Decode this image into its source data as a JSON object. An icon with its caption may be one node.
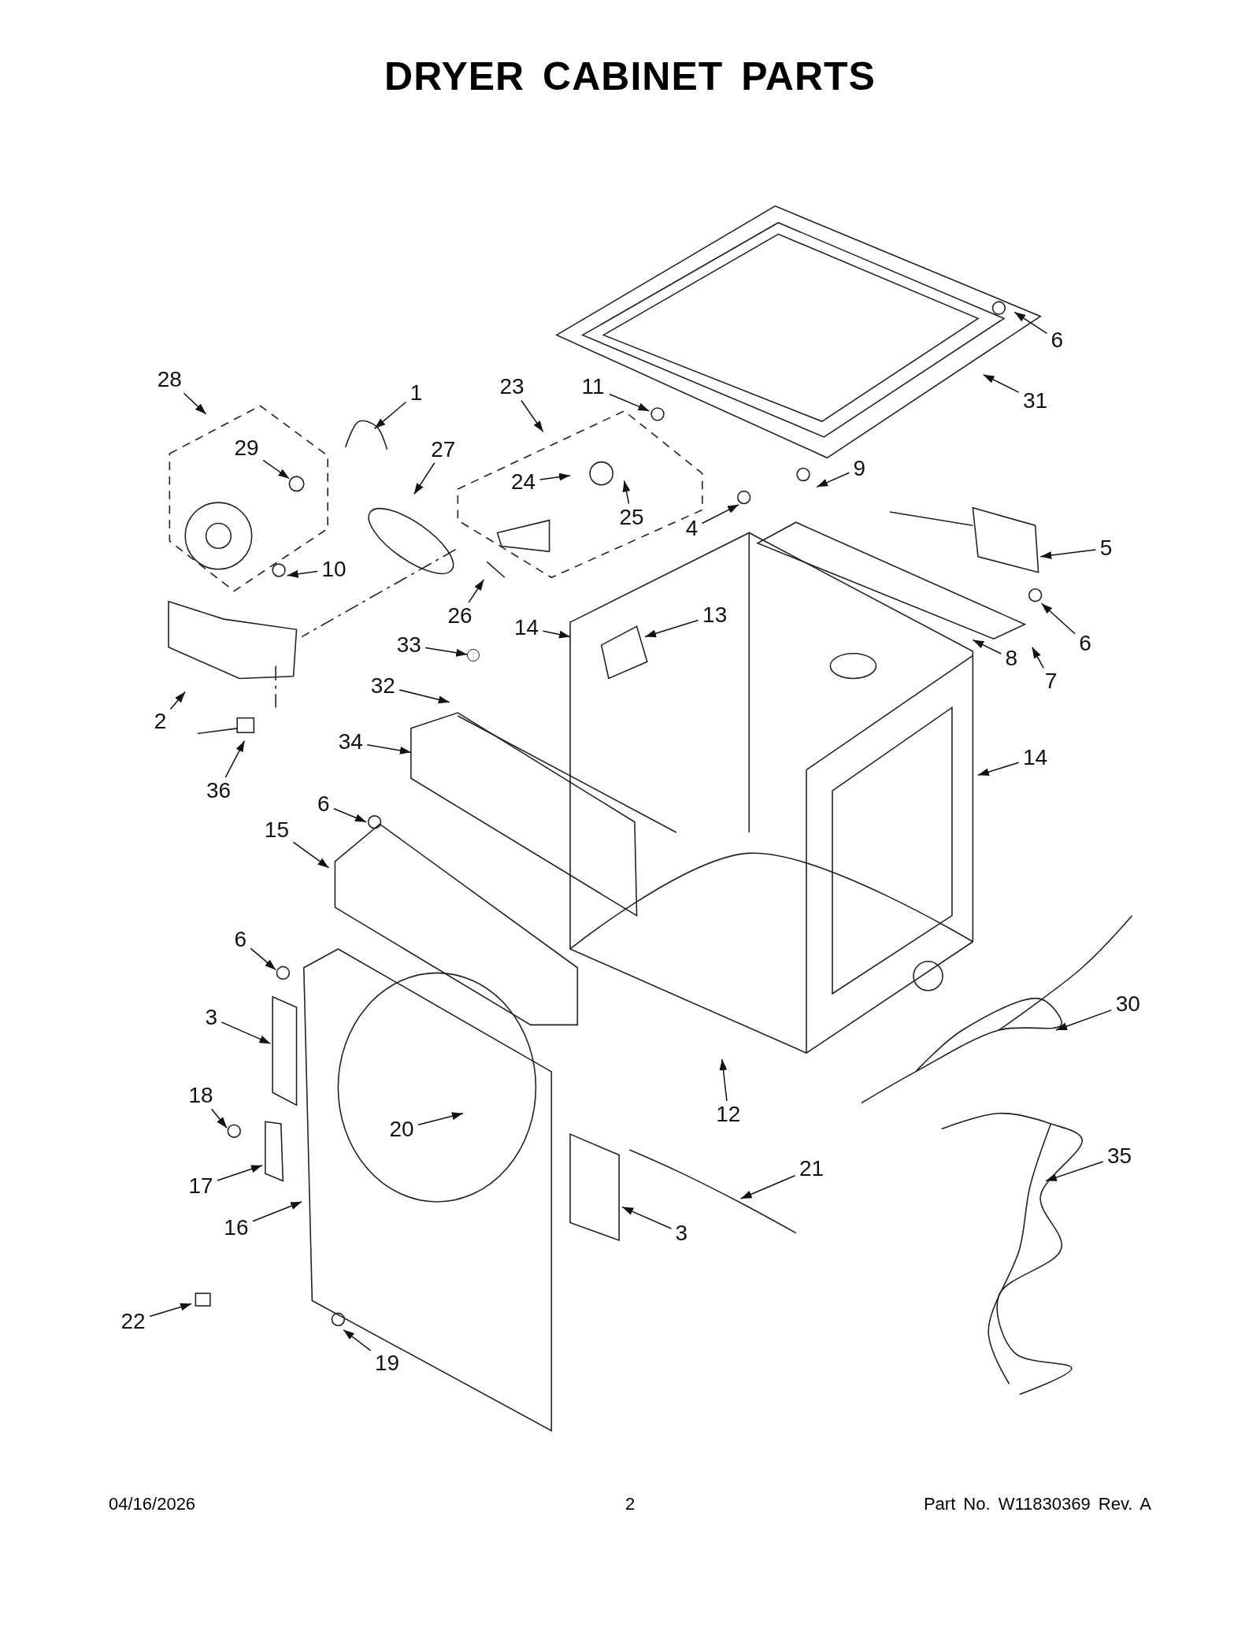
{
  "diagram": {
    "title": "DRYER CABINET PARTS",
    "nodes": [
      {
        "text": [
          "6"
        ]
      },
      {
        "text": [
          "31"
        ]
      },
      {
        "text": [
          "28"
        ]
      },
      {
        "text": [
          "1"
        ]
      },
      {
        "text": [
          "23"
        ]
      },
      {
        "text": [
          "11"
        ]
      },
      {
        "text": [
          "29"
        ]
      },
      {
        "text": [
          "27"
        ]
      },
      {
        "text": [
          "9"
        ]
      },
      {
        "text": [
          "24"
        ]
      },
      {
        "text": [
          "25"
        ]
      },
      {
        "text": [
          "4"
        ]
      },
      {
        "text": [
          "5"
        ]
      },
      {
        "text": [
          "10"
        ]
      },
      {
        "text": [
          "26"
        ]
      },
      {
        "text": [
          "13"
        ]
      },
      {
        "text": [
          "14"
        ]
      },
      {
        "text": [
          "33"
        ]
      },
      {
        "text": [
          "6"
        ]
      },
      {
        "text": [
          "8"
        ]
      },
      {
        "text": [
          "7"
        ]
      },
      {
        "text": [
          "2"
        ]
      },
      {
        "text": [
          "32"
        ]
      },
      {
        "text": [
          "34"
        ]
      },
      {
        "text": [
          "14"
        ]
      },
      {
        "text": [
          "36"
        ]
      },
      {
        "text": [
          "6"
        ]
      },
      {
        "text": [
          "15"
        ]
      },
      {
        "text": [
          "6"
        ]
      },
      {
        "text": [
          "3"
        ]
      },
      {
        "text": [
          "30"
        ]
      },
      {
        "text": [
          "12"
        ]
      },
      {
        "text": [
          "18"
        ]
      },
      {
        "text": [
          "20"
        ]
      },
      {
        "text": [
          "35"
        ]
      },
      {
        "text": [
          "17"
        ]
      },
      {
        "text": [
          "21"
        ]
      },
      {
        "text": [
          "16"
        ]
      },
      {
        "text": [
          "3"
        ]
      },
      {
        "text": [
          "22"
        ]
      },
      {
        "text": [
          "19"
        ]
      },
      {
        "text": [],
        "shape": "circle"
      }
    ],
    "edges": [
      {
        "from": 0,
        "to": null,
        "arrow": "to"
      },
      {
        "from": 1,
        "to": null,
        "arrow": "to"
      },
      {
        "from": 2,
        "to": null,
        "arrow": "to"
      },
      {
        "from": 3,
        "to": null,
        "arrow": "to"
      },
      {
        "from": 4,
        "to": null,
        "arrow": "to"
      },
      {
        "from": 5,
        "to": null,
        "arrow": "to"
      },
      {
        "from": 6,
        "to": null,
        "arrow": "to"
      },
      {
        "from": 7,
        "to": null,
        "arrow": "to"
      },
      {
        "from": 8,
        "to": null,
        "arrow": "to"
      },
      {
        "from": 9,
        "to": null,
        "arrow": "to"
      },
      {
        "from": 10,
        "to": null,
        "arrow": "to"
      },
      {
        "from": 11,
        "to": null,
        "arrow": "to"
      },
      {
        "from": 12,
        "to": null,
        "arrow": "to"
      },
      {
        "from": 13,
        "to": null,
        "arrow": "to"
      },
      {
        "from": 14,
        "to": null,
        "arrow": "to"
      },
      {
        "from": 15,
        "to": null,
        "arrow": "to"
      },
      {
        "from": 16,
        "to": null,
        "arrow": "to"
      },
      {
        "from": 17,
        "to": 41,
        "arrow": "to"
      },
      {
        "from": 18,
        "to": null,
        "arrow": "to"
      },
      {
        "from": 19,
        "to": null,
        "arrow": "to"
      },
      {
        "from": 20,
        "to": null,
        "arrow": "to"
      },
      {
        "from": 21,
        "to": null,
        "arrow": "to"
      },
      {
        "from": 22,
        "to": null,
        "arrow": "to"
      },
      {
        "from": 23,
        "to": null,
        "arrow": "to"
      },
      {
        "from": 24,
        "to": null,
        "arrow": "to"
      },
      {
        "from": 25,
        "to": null,
        "arrow": "to"
      },
      {
        "from": 26,
        "to": null,
        "arrow": "to"
      },
      {
        "from": 27,
        "to": null,
        "arrow": "to"
      },
      {
        "from": 28,
        "to": null,
        "arrow": "to"
      },
      {
        "from": 29,
        "to": null,
        "arrow": "to"
      },
      {
        "from": 30,
        "to": null,
        "arrow": "to"
      },
      {
        "from": 31,
        "to": null,
        "arrow": "to"
      },
      {
        "from": 32,
        "to": null,
        "arrow": "to"
      },
      {
        "from": 33,
        "to": null,
        "arrow": "to"
      },
      {
        "from": 34,
        "to": null,
        "arrow": "to"
      },
      {
        "from": 35,
        "to": null,
        "arrow": "to"
      },
      {
        "from": 36,
        "to": null,
        "arrow": "to"
      },
      {
        "from": 37,
        "to": null,
        "arrow": "to"
      },
      {
        "from": 38,
        "to": null,
        "arrow": "to"
      },
      {
        "from": 39,
        "to": null,
        "arrow": "to"
      },
      {
        "from": 40,
        "to": null,
        "arrow": "to"
      }
    ],
    "labels": [
      "04/16/2026",
      "2",
      "Part No. W11830369 Rev. A"
    ]
  }
}
